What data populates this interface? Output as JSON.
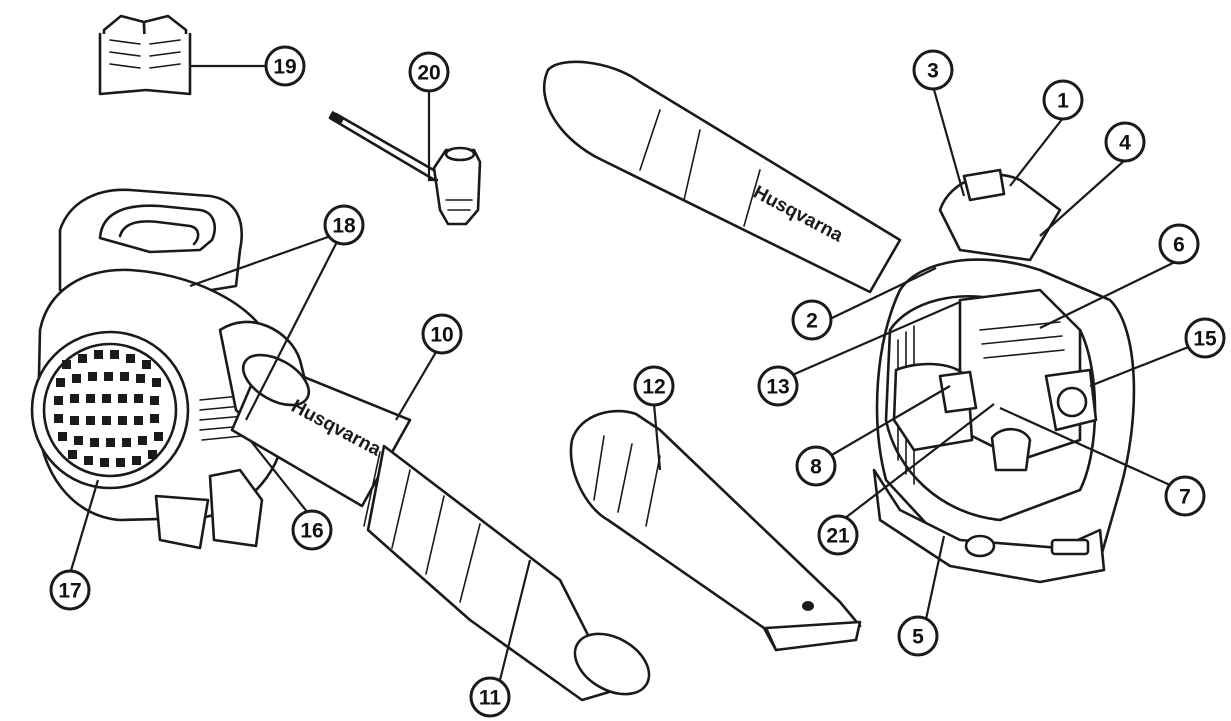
{
  "diagram": {
    "brand_text": "Husqvarna",
    "callouts": [
      {
        "id": "1",
        "label": "1"
      },
      {
        "id": "2",
        "label": "2"
      },
      {
        "id": "3",
        "label": "3"
      },
      {
        "id": "4",
        "label": "4"
      },
      {
        "id": "5",
        "label": "5"
      },
      {
        "id": "6",
        "label": "6"
      },
      {
        "id": "7",
        "label": "7"
      },
      {
        "id": "8",
        "label": "8"
      },
      {
        "id": "10",
        "label": "10"
      },
      {
        "id": "11",
        "label": "11"
      },
      {
        "id": "12",
        "label": "12"
      },
      {
        "id": "13",
        "label": "13"
      },
      {
        "id": "15",
        "label": "15"
      },
      {
        "id": "16",
        "label": "16"
      },
      {
        "id": "17",
        "label": "17"
      },
      {
        "id": "18",
        "label": "18"
      },
      {
        "id": "19",
        "label": "19"
      },
      {
        "id": "20",
        "label": "20"
      },
      {
        "id": "21",
        "label": "21"
      }
    ]
  }
}
